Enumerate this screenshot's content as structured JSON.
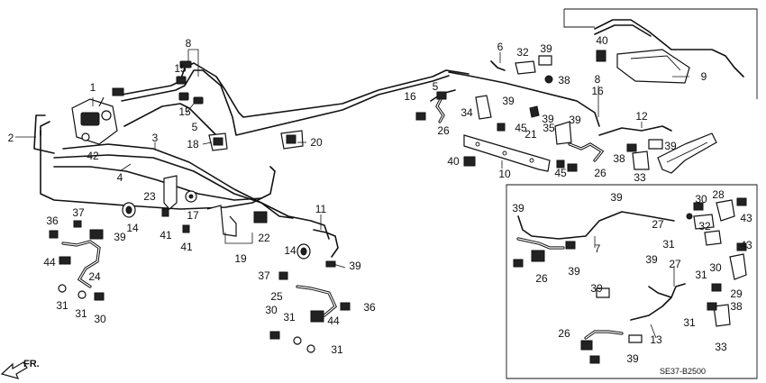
{
  "diagram_code": "SE37-B2500",
  "direction_label": "FR.",
  "callouts": [
    {
      "id": "c1",
      "text": "1"
    },
    {
      "id": "c2",
      "text": "2"
    },
    {
      "id": "c3",
      "text": "3"
    },
    {
      "id": "c4",
      "text": "4"
    },
    {
      "id": "c5a",
      "text": "5"
    },
    {
      "id": "c5b",
      "text": "5"
    },
    {
      "id": "c6",
      "text": "6"
    },
    {
      "id": "c7",
      "text": "7"
    },
    {
      "id": "c8a",
      "text": "8"
    },
    {
      "id": "c8b",
      "text": "8"
    },
    {
      "id": "c9",
      "text": "9"
    },
    {
      "id": "c10",
      "text": "10"
    },
    {
      "id": "c11",
      "text": "11"
    },
    {
      "id": "c12",
      "text": "12"
    },
    {
      "id": "c13",
      "text": "13"
    },
    {
      "id": "c14a",
      "text": "14"
    },
    {
      "id": "c14b",
      "text": "14"
    },
    {
      "id": "c15a",
      "text": "15"
    },
    {
      "id": "c15b",
      "text": "15"
    },
    {
      "id": "c16a",
      "text": "16"
    },
    {
      "id": "c16b",
      "text": "16"
    },
    {
      "id": "c17",
      "text": "17"
    },
    {
      "id": "c18",
      "text": "18"
    },
    {
      "id": "c19",
      "text": "19"
    },
    {
      "id": "c20",
      "text": "20"
    },
    {
      "id": "c21",
      "text": "21"
    },
    {
      "id": "c22",
      "text": "22"
    },
    {
      "id": "c23",
      "text": "23"
    },
    {
      "id": "c24",
      "text": "24"
    },
    {
      "id": "c25",
      "text": "25"
    },
    {
      "id": "c26a",
      "text": "26"
    },
    {
      "id": "c26b",
      "text": "26"
    },
    {
      "id": "c26c",
      "text": "26"
    },
    {
      "id": "c26d",
      "text": "26"
    },
    {
      "id": "c27a",
      "text": "27"
    },
    {
      "id": "c27b",
      "text": "27"
    },
    {
      "id": "c28",
      "text": "28"
    },
    {
      "id": "c29",
      "text": "29"
    },
    {
      "id": "c30a",
      "text": "30"
    },
    {
      "id": "c30b",
      "text": "30"
    },
    {
      "id": "c30c",
      "text": "30"
    },
    {
      "id": "c30d",
      "text": "30"
    },
    {
      "id": "c31a",
      "text": "31"
    },
    {
      "id": "c31b",
      "text": "31"
    },
    {
      "id": "c31c",
      "text": "31"
    },
    {
      "id": "c31d",
      "text": "31"
    },
    {
      "id": "c31e",
      "text": "31"
    },
    {
      "id": "c31f",
      "text": "31"
    },
    {
      "id": "c31g",
      "text": "31"
    },
    {
      "id": "c32a",
      "text": "32"
    },
    {
      "id": "c32b",
      "text": "32"
    },
    {
      "id": "c33a",
      "text": "33"
    },
    {
      "id": "c33b",
      "text": "33"
    },
    {
      "id": "c34",
      "text": "34"
    },
    {
      "id": "c35",
      "text": "35"
    },
    {
      "id": "c36a",
      "text": "36"
    },
    {
      "id": "c36b",
      "text": "36"
    },
    {
      "id": "c37a",
      "text": "37"
    },
    {
      "id": "c37b",
      "text": "37"
    },
    {
      "id": "c38a",
      "text": "38"
    },
    {
      "id": "c38b",
      "text": "38"
    },
    {
      "id": "c38c",
      "text": "38"
    },
    {
      "id": "c39a",
      "text": "39"
    },
    {
      "id": "c39b",
      "text": "39"
    },
    {
      "id": "c39c",
      "text": "39"
    },
    {
      "id": "c39d",
      "text": "39"
    },
    {
      "id": "c39e",
      "text": "39"
    },
    {
      "id": "c39f",
      "text": "39"
    },
    {
      "id": "c39g",
      "text": "39"
    },
    {
      "id": "c39h",
      "text": "39"
    },
    {
      "id": "c39i",
      "text": "39"
    },
    {
      "id": "c39j",
      "text": "39"
    },
    {
      "id": "c39k",
      "text": "39"
    },
    {
      "id": "c39l",
      "text": "39"
    },
    {
      "id": "c39m",
      "text": "39"
    },
    {
      "id": "c40a",
      "text": "40"
    },
    {
      "id": "c40b",
      "text": "40"
    },
    {
      "id": "c41a",
      "text": "41"
    },
    {
      "id": "c41b",
      "text": "41"
    },
    {
      "id": "c42",
      "text": "42"
    },
    {
      "id": "c43a",
      "text": "43"
    },
    {
      "id": "c43b",
      "text": "43"
    },
    {
      "id": "c44a",
      "text": "44"
    },
    {
      "id": "c44b",
      "text": "44"
    },
    {
      "id": "c45a",
      "text": "45"
    },
    {
      "id": "c45b",
      "text": "45"
    }
  ]
}
